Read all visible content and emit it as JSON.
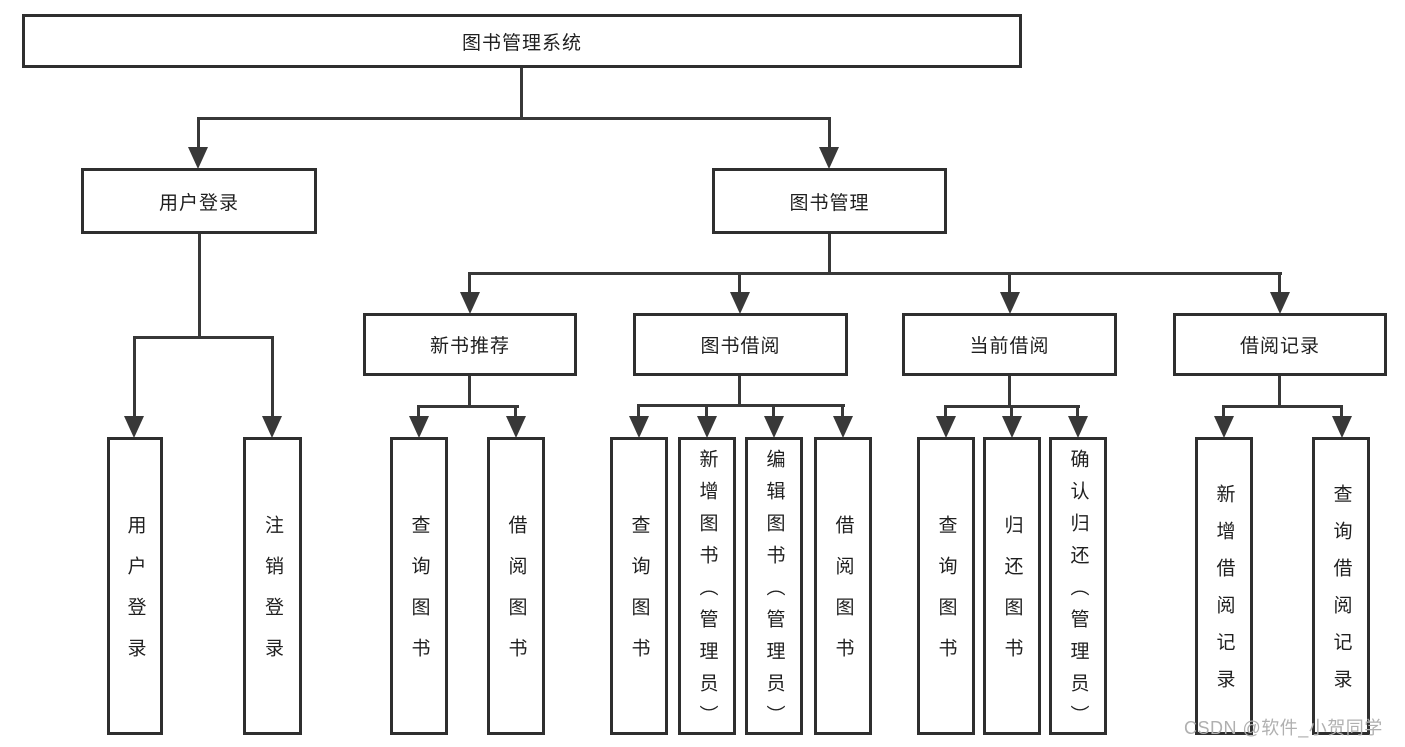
{
  "diagram": {
    "root": {
      "label": "图书管理系统"
    },
    "user_branch": {
      "label": "用户登录",
      "children": [
        {
          "label": "用户登录"
        },
        {
          "label": "注销登录"
        }
      ]
    },
    "mgmt_branch": {
      "label": "图书管理",
      "groups": [
        {
          "label": "新书推荐",
          "children": [
            {
              "label": "查询图书"
            },
            {
              "label": "借阅图书"
            }
          ]
        },
        {
          "label": "图书借阅",
          "children": [
            {
              "label": "查询图书"
            },
            {
              "label": "新增图书（管理员）"
            },
            {
              "label": "编辑图书（管理员）"
            },
            {
              "label": "借阅图书"
            }
          ]
        },
        {
          "label": "当前借阅",
          "children": [
            {
              "label": "查询图书"
            },
            {
              "label": "归还图书"
            },
            {
              "label": "确认归还（管理员）"
            }
          ]
        },
        {
          "label": "借阅记录",
          "children": [
            {
              "label": "新增借阅记录"
            },
            {
              "label": "查询借阅记录"
            }
          ]
        }
      ]
    }
  },
  "watermark": {
    "text": "CSDN @软件_小贺同学"
  },
  "colors": {
    "line": "#383838",
    "box_border": "#2f2f2f",
    "text": "#1f1f1f",
    "watermark": "#b0b0b0",
    "background": "#ffffff"
  }
}
